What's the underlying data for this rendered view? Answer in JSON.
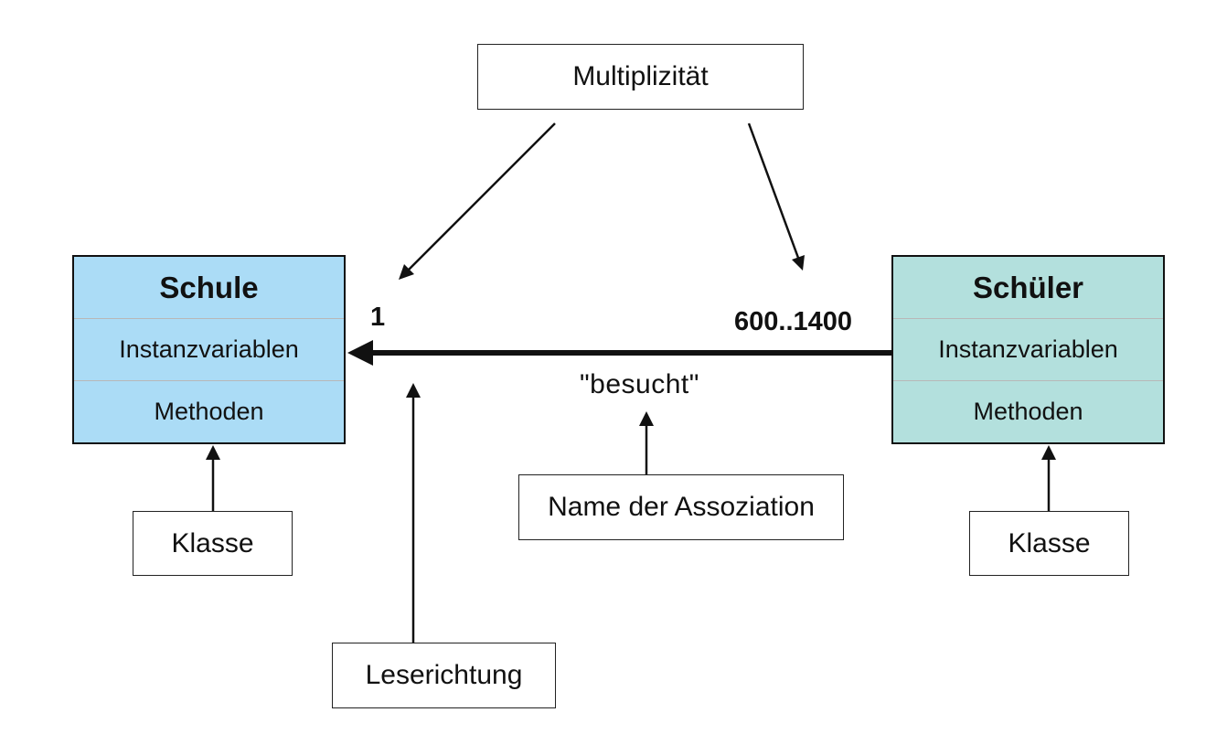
{
  "colors": {
    "schule_fill": "#abdcf6",
    "schueler_fill": "#b3e0dd",
    "stroke": "#111111",
    "divider": "#b8b8b8"
  },
  "annotations": {
    "multiplicity": "Multiplizität",
    "association_name": "Name der Assoziation",
    "reading_direction": "Leserichtung",
    "class_left": "Klasse",
    "class_right": "Klasse"
  },
  "classes": [
    {
      "name": "Schule",
      "attributes": "Instanzvariablen",
      "methods": "Methoden"
    },
    {
      "name": "Schüler",
      "attributes": "Instanzvariablen",
      "methods": "Methoden"
    }
  ],
  "association": {
    "label": "\"besucht\"",
    "multiplicity_left": "1",
    "multiplicity_right": "600..1400"
  }
}
